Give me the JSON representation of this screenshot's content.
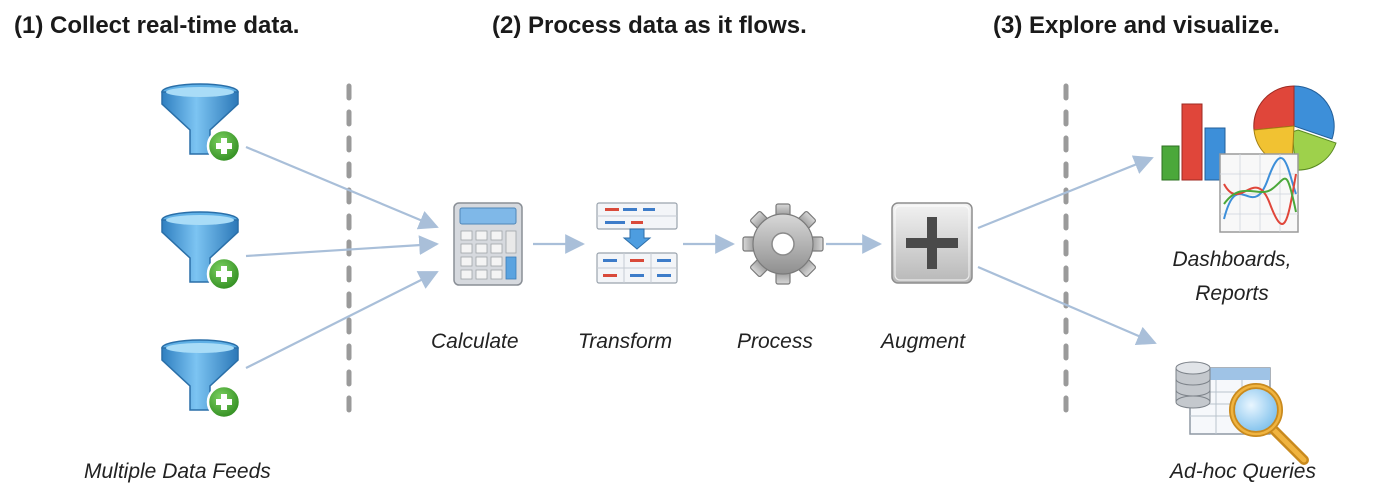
{
  "headings": {
    "collect": "(1) Collect real-time data.",
    "process": "(2) Process data as it flows.",
    "explore": "(3) Explore and visualize."
  },
  "steps": {
    "calculate": "Calculate",
    "transform": "Transform",
    "process": "Process",
    "augment": "Augment"
  },
  "feeds_label": "Multiple Data Feeds",
  "outputs": {
    "dashboards_line1": "Dashboards,",
    "dashboards_line2": "Reports",
    "adhoc": "Ad-hoc Queries"
  },
  "icons": {
    "feed": "funnel-plus-icon",
    "calculate": "calculator-icon",
    "transform": "transform-table-icon",
    "process": "gear-icon",
    "augment": "plus-box-icon",
    "dashboards": "charts-icon",
    "adhoc": "database-search-icon"
  },
  "colors": {
    "arrow": "#a9bfd9",
    "funnel": "#4a9fd8",
    "plus_badge": "#3f9d2a",
    "divider": "#9a9a9a"
  }
}
